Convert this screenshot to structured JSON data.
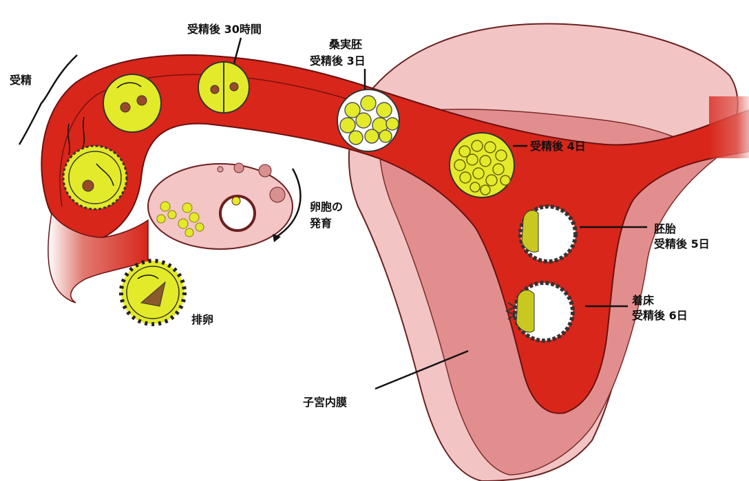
{
  "labels": {
    "fertilization": "受精",
    "after_30h": "受精後 30時間",
    "morula_name": "桑実胚",
    "morula_day": "受精後 3日",
    "day4": "受精後 4日",
    "follicle_line1": "卵胞の",
    "follicle_line2": "発育",
    "ovulation": "排卵",
    "blastocyst_name": "胚胎",
    "blastocyst_day": "受精後 5日",
    "implant_name": "着床",
    "implant_day": "受精後 6日",
    "endometrium": "子宮内膜"
  },
  "colors": {
    "tube_red": "#d8261a",
    "endometrium_pink": "#e79a9a",
    "uterus_light": "#f2c4c4",
    "cell_yellow": "#e3ea2a",
    "nucleus": "#9a4a2a",
    "ovary": "#f3c5c5"
  }
}
